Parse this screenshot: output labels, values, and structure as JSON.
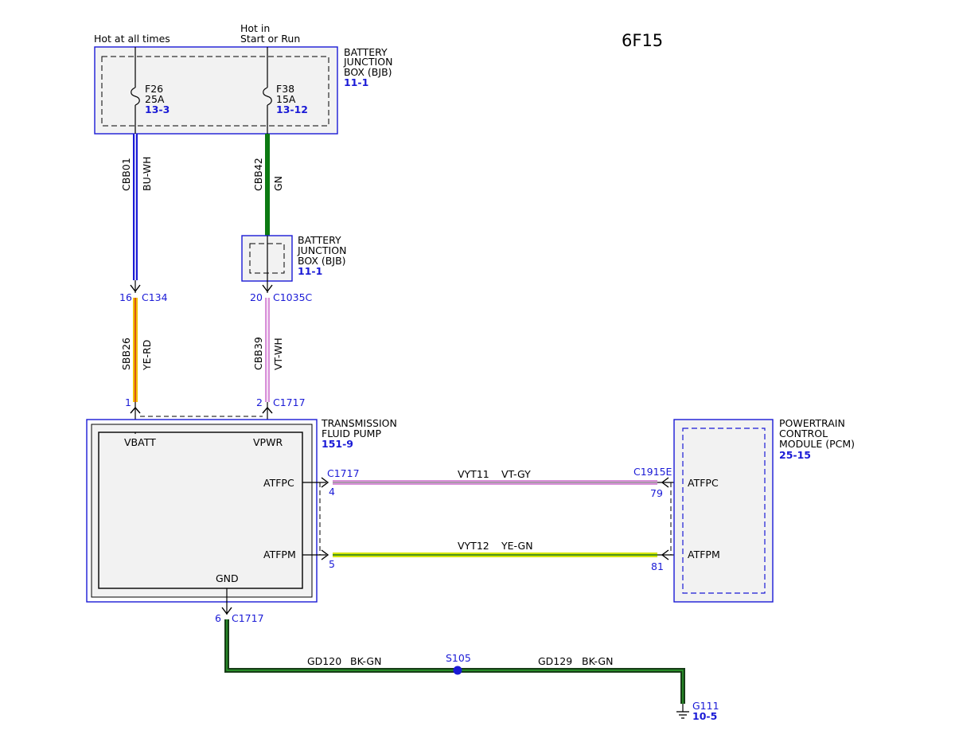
{
  "page_code": "6F15",
  "colors": {
    "blue_wire": "#1a1ad6",
    "green_wire": "#0c7a12",
    "yellow_wire": "#f2c200",
    "yellow_wire_stripe": "#d0281e",
    "violet_wire": "#d890d8",
    "violet_wire_stripe": "#ffffff",
    "yellow_green_wire": "#d6e600",
    "yellow_green_stripe": "#1d7a1d",
    "ground_wire": "#173d17",
    "ground_stripe": "#2ea62e",
    "connector_blue": "#1a1ad6",
    "box_fill": "#f2f2f2"
  },
  "feeds": {
    "left": "Hot at all times",
    "right_line1": "Hot in",
    "right_line2": "Start or Run"
  },
  "bjb_top": {
    "line1": "BATTERY",
    "line2": "JUNCTION",
    "line3": "BOX (BJB)",
    "ref": "11-1",
    "fuse_left": {
      "name": "F26",
      "rating": "25A",
      "ref": "13-3"
    },
    "fuse_right": {
      "name": "F38",
      "rating": "15A",
      "ref": "13-12"
    }
  },
  "bjb_mid": {
    "line1": "BATTERY",
    "line2": "JUNCTION",
    "line3": "BOX (BJB)",
    "ref": "11-1"
  },
  "wires": {
    "cbb01": {
      "circuit": "CBB01",
      "color": "BU-WH"
    },
    "cbb42": {
      "circuit": "CBB42",
      "color": "GN"
    },
    "sbb26": {
      "circuit": "SBB26",
      "color": "YE-RD"
    },
    "cbb39": {
      "circuit": "CBB39",
      "color": "VT-WH"
    },
    "vyt11": {
      "circuit": "VYT11",
      "color": "VT-GY"
    },
    "vyt12": {
      "circuit": "VYT12",
      "color": "YE-GN"
    },
    "gd120": {
      "circuit": "GD120",
      "color": "BK-GN"
    },
    "gd129": {
      "circuit": "GD129",
      "color": "BK-GN"
    }
  },
  "connectors": {
    "c134": {
      "pin": "16",
      "name": "C134"
    },
    "c1035c": {
      "pin": "20",
      "name": "C1035C"
    },
    "c1717_vbatt": {
      "pin": "1"
    },
    "c1717_vpwr": {
      "pin": "2",
      "name": "C1717"
    },
    "c1717_atfpc": {
      "pin": "4",
      "name": "C1717"
    },
    "c1717_atfpm": {
      "pin": "5"
    },
    "c1717_gnd": {
      "pin": "6",
      "name": "C1717"
    },
    "c1915e_atfpc": {
      "pin": "79",
      "name": "C1915E"
    },
    "c1915e_atfpm": {
      "pin": "81"
    }
  },
  "pump": {
    "line1": "TRANSMISSION",
    "line2": "FLUID PUMP",
    "ref": "151-9",
    "pin_vbatt": "VBATT",
    "pin_vpwr": "VPWR",
    "pin_atfpc": "ATFPC",
    "pin_atfpm": "ATFPM",
    "pin_gnd": "GND"
  },
  "pcm": {
    "line1": "POWERTRAIN",
    "line2": "CONTROL",
    "line3": "MODULE (PCM)",
    "ref": "25-15",
    "pin_atfpc": "ATFPC",
    "pin_atfpm": "ATFPM"
  },
  "splice": {
    "name": "S105"
  },
  "ground": {
    "name": "G111",
    "ref": "10-5"
  }
}
